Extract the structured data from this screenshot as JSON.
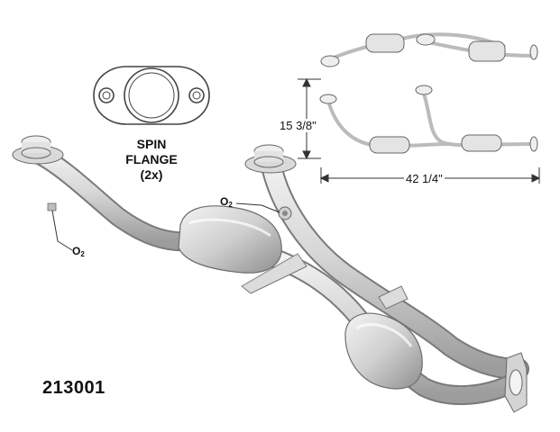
{
  "part_number": "213001",
  "flange_label": {
    "line1": "SPIN",
    "line2": "FLANGE",
    "line3": "(2x)"
  },
  "sensor_labels": [
    {
      "id": "left",
      "base": "O",
      "sub": "2"
    },
    {
      "id": "right",
      "base": "O",
      "sub": "2"
    }
  ],
  "dimensions": {
    "height": "15 3/8\"",
    "length": "42 1/4\""
  },
  "colors": {
    "metal_light": "#e6e6e6",
    "metal_mid": "#c9c9c9",
    "metal_dark": "#9a9a9a",
    "line": "#555555"
  }
}
